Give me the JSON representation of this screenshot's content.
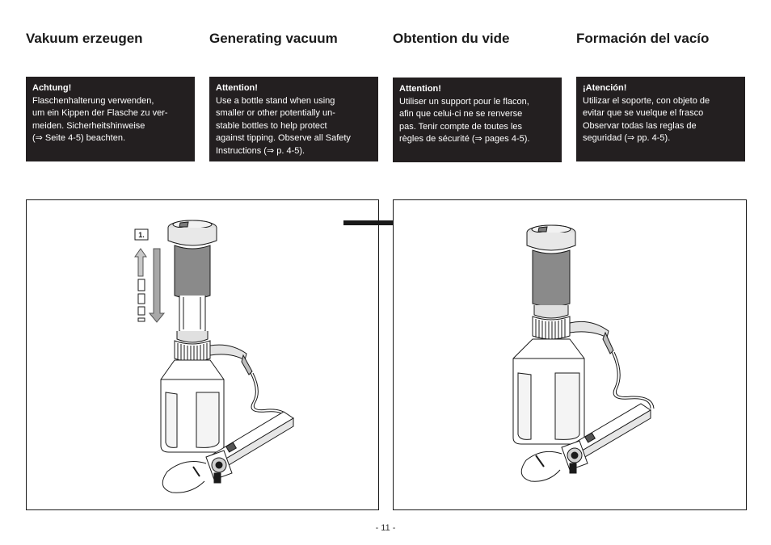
{
  "columns": [
    {
      "heading": "Vakuum erzeugen",
      "warning_title": "Achtung!",
      "warning_body": "Flaschenhalterung verwenden,\num ein Kippen der Flasche zu ver-\nmeiden. Sicherheitshinweise\n(⇒ Seite 4-5) beachten."
    },
    {
      "heading": "Generating vacuum",
      "warning_title": "Attention!",
      "warning_body": "Use a bottle stand when using\nsmaller or other potentially un-\nstable bottles to help protect\nagainst tipping. Observe all Safety\nInstructions (⇒ p. 4-5)."
    },
    {
      "heading": "Obtention du vide",
      "warning_title": "Attention!",
      "warning_body": "Utiliser un support pour le flacon,\nafin que celui-ci ne se renverse\npas. Tenir compte de toutes les\nrègles de sécurité (⇒ pages 4-5)."
    },
    {
      "heading": "Formación del vacío",
      "warning_title": "¡Atención!",
      "warning_body": "Utilizar el soporte, con objeto de\nevitar que se vuelque el frasco\nObservar todas las reglas de\nseguridad (⇒ pp. 4-5)."
    }
  ],
  "figure": {
    "step_label": "1."
  },
  "page_number": "- 11 -",
  "colors": {
    "warning_bg": "#231f20",
    "cylinder_gray": "#8a8a8a",
    "ink": "#1a1a1a"
  }
}
